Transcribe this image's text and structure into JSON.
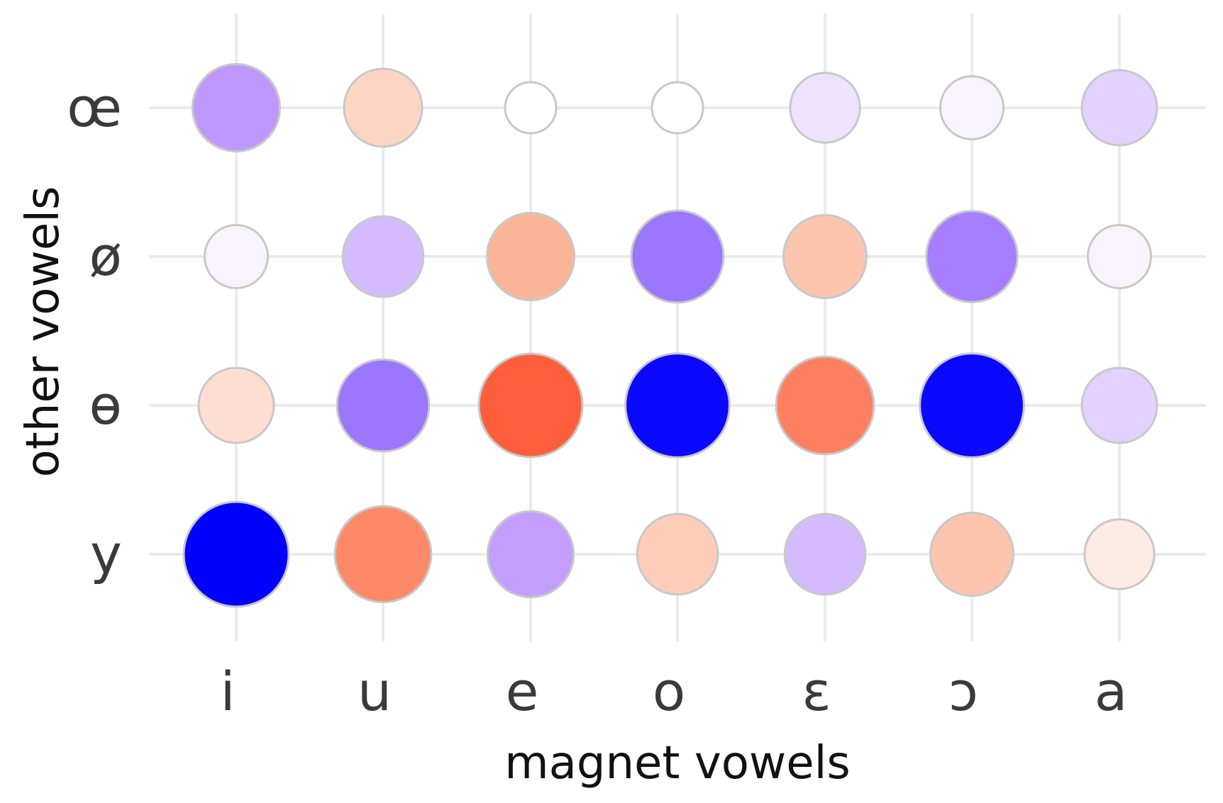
{
  "chart_data": {
    "type": "bubble",
    "xlabel": "magnet vowels",
    "ylabel": "other vowels",
    "x_categories": [
      "i",
      "u",
      "e",
      "o",
      "ɛ",
      "ɔ",
      "a"
    ],
    "y_categories": [
      "y",
      "ɵ",
      "ø",
      "œ"
    ],
    "grid": true,
    "legend": "none",
    "colors": {
      "negative_extreme": "#0000ff",
      "neutral": "#ffffff",
      "positive_extreme": "#ff5533"
    },
    "points": [
      {
        "x": "i",
        "y": "œ",
        "value": -0.45
      },
      {
        "x": "u",
        "y": "œ",
        "value": 0.25
      },
      {
        "x": "e",
        "y": "œ",
        "value": 0.0
      },
      {
        "x": "o",
        "y": "œ",
        "value": 0.0
      },
      {
        "x": "ɛ",
        "y": "œ",
        "value": -0.12
      },
      {
        "x": "ɔ",
        "y": "œ",
        "value": -0.05
      },
      {
        "x": "a",
        "y": "œ",
        "value": -0.2
      },
      {
        "x": "i",
        "y": "ø",
        "value": -0.05
      },
      {
        "x": "u",
        "y": "ø",
        "value": -0.3
      },
      {
        "x": "e",
        "y": "ø",
        "value": 0.45
      },
      {
        "x": "o",
        "y": "ø",
        "value": -0.58
      },
      {
        "x": "ɛ",
        "y": "ø",
        "value": 0.35
      },
      {
        "x": "ɔ",
        "y": "ø",
        "value": -0.55
      },
      {
        "x": "a",
        "y": "ø",
        "value": -0.05
      },
      {
        "x": "i",
        "y": "ɵ",
        "value": 0.2
      },
      {
        "x": "u",
        "y": "ɵ",
        "value": -0.58
      },
      {
        "x": "e",
        "y": "ɵ",
        "value": 0.95
      },
      {
        "x": "o",
        "y": "ɵ",
        "value": -0.97
      },
      {
        "x": "ɛ",
        "y": "ɵ",
        "value": 0.75
      },
      {
        "x": "ɔ",
        "y": "ɵ",
        "value": -0.97
      },
      {
        "x": "a",
        "y": "ɵ",
        "value": -0.2
      },
      {
        "x": "i",
        "y": "y",
        "value": -1.0
      },
      {
        "x": "u",
        "y": "y",
        "value": 0.7
      },
      {
        "x": "e",
        "y": "y",
        "value": -0.42
      },
      {
        "x": "o",
        "y": "y",
        "value": 0.3
      },
      {
        "x": "ɛ",
        "y": "y",
        "value": -0.3
      },
      {
        "x": "ɔ",
        "y": "y",
        "value": 0.35
      },
      {
        "x": "a",
        "y": "y",
        "value": 0.12
      }
    ]
  }
}
